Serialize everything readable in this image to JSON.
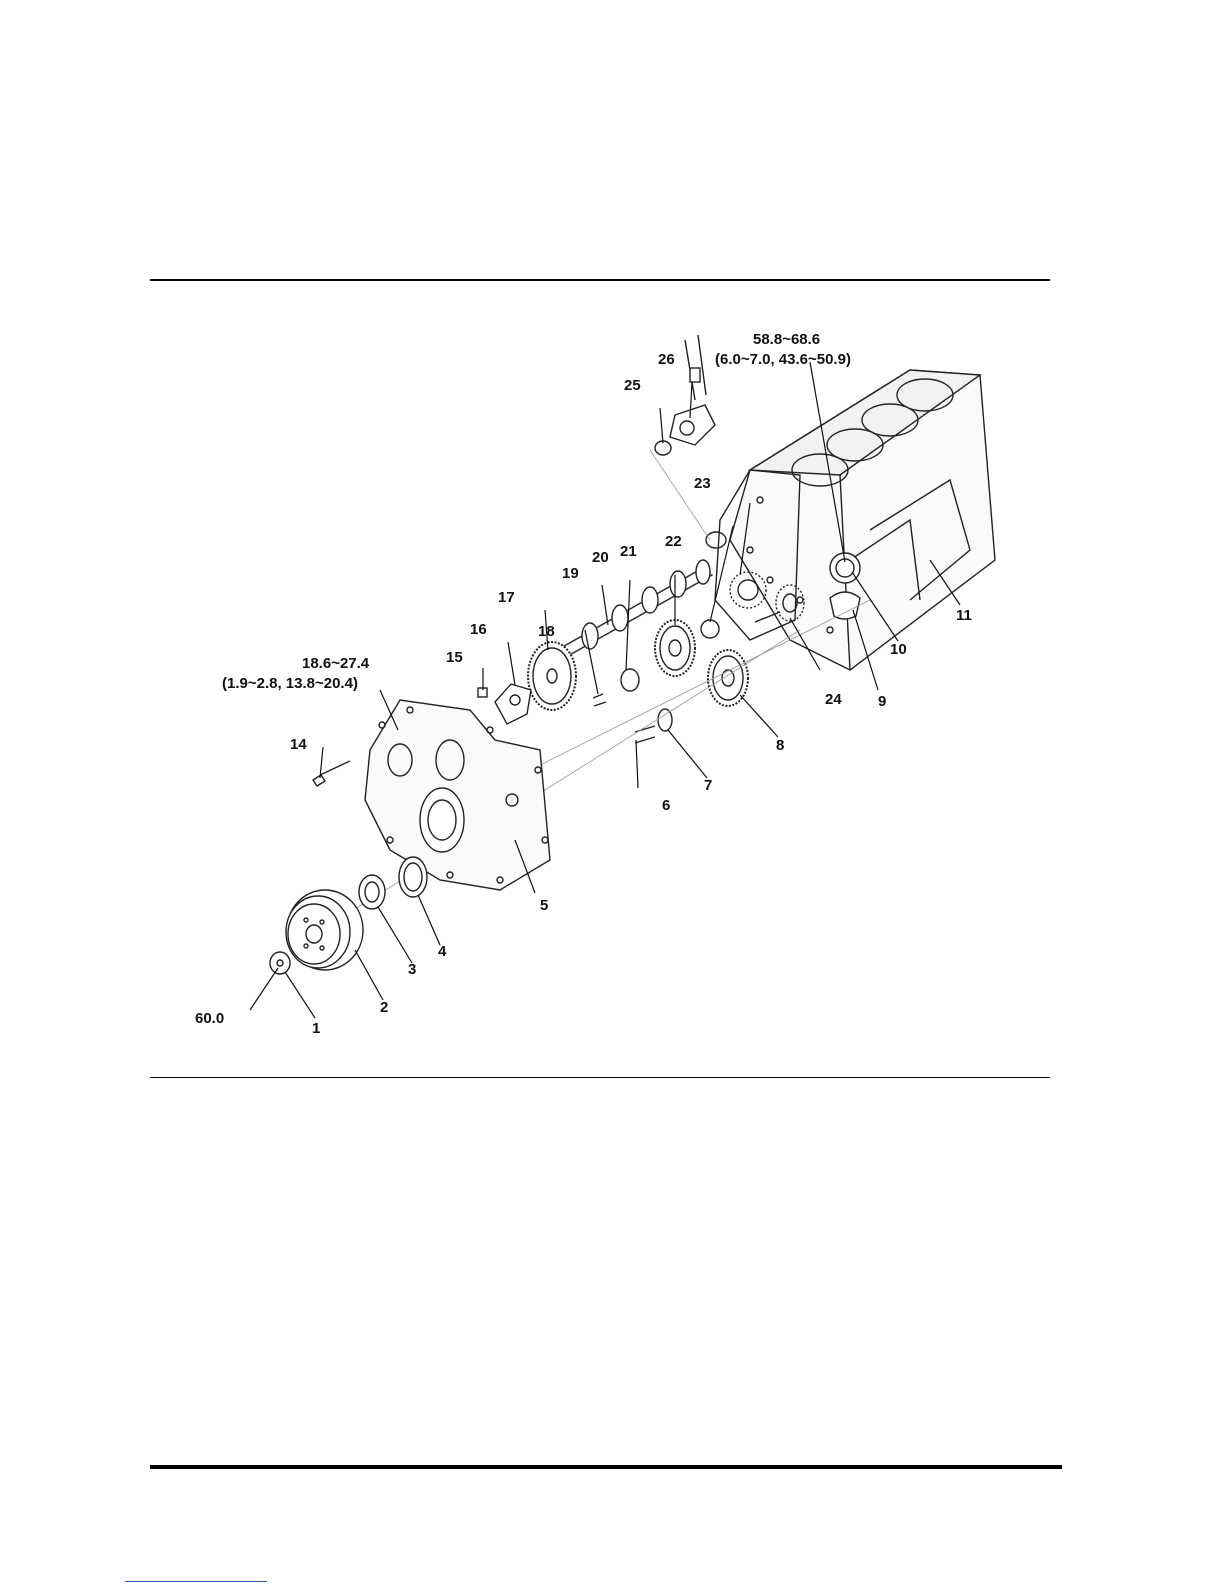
{
  "callouts": [
    {
      "id": "1",
      "label": "1"
    },
    {
      "id": "2",
      "label": "2"
    },
    {
      "id": "3",
      "label": "3"
    },
    {
      "id": "4",
      "label": "4"
    },
    {
      "id": "5",
      "label": "5"
    },
    {
      "id": "6",
      "label": "6"
    },
    {
      "id": "7",
      "label": "7"
    },
    {
      "id": "8",
      "label": "8"
    },
    {
      "id": "9",
      "label": "9"
    },
    {
      "id": "10",
      "label": "10"
    },
    {
      "id": "11",
      "label": "11"
    },
    {
      "id": "14",
      "label": "14"
    },
    {
      "id": "15",
      "label": "15"
    },
    {
      "id": "16",
      "label": "16"
    },
    {
      "id": "17",
      "label": "17"
    },
    {
      "id": "18",
      "label": "18"
    },
    {
      "id": "19",
      "label": "19"
    },
    {
      "id": "20",
      "label": "20"
    },
    {
      "id": "21",
      "label": "21"
    },
    {
      "id": "22",
      "label": "22"
    },
    {
      "id": "23",
      "label": "23"
    },
    {
      "id": "24",
      "label": "24"
    },
    {
      "id": "25",
      "label": "25"
    },
    {
      "id": "26",
      "label": "26"
    }
  ],
  "torque": {
    "crank_bolt": "60.0",
    "cover_bolt_line1": "18.6~27.4",
    "cover_bolt_line2": "(1.9~2.8, 13.8~20.4)",
    "pump_gear_line1": "58.8~68.6",
    "pump_gear_line2": "(6.0~7.0, 43.6~50.9)"
  }
}
